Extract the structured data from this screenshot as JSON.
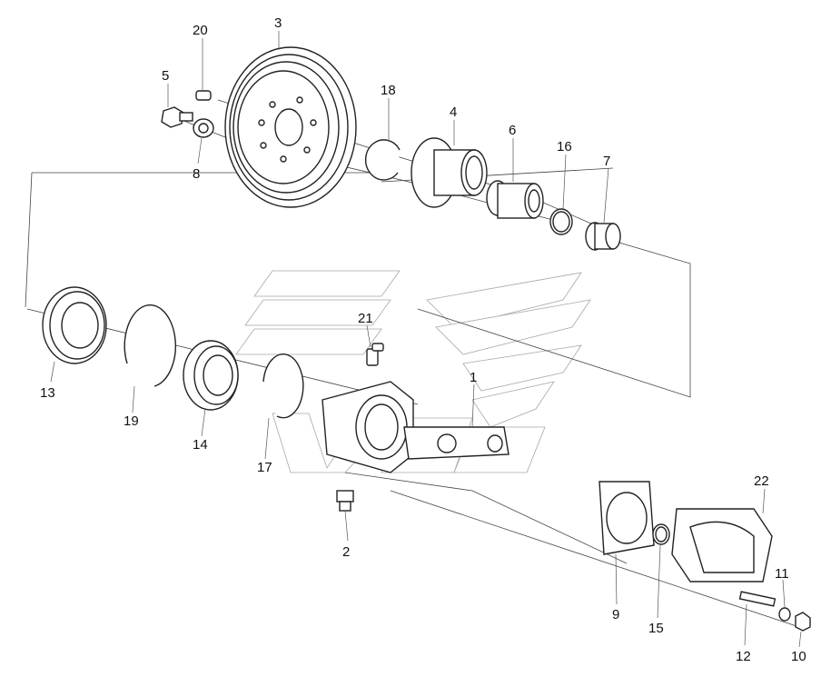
{
  "diagram": {
    "watermark_color": "#9a9a9a",
    "line_color": "#222222",
    "callouts": [
      {
        "id": "c20",
        "label": "20"
      },
      {
        "id": "c3",
        "label": "3"
      },
      {
        "id": "c5",
        "label": "5"
      },
      {
        "id": "c18",
        "label": "18"
      },
      {
        "id": "c4",
        "label": "4"
      },
      {
        "id": "c8",
        "label": "8"
      },
      {
        "id": "c6",
        "label": "6"
      },
      {
        "id": "c16",
        "label": "16"
      },
      {
        "id": "c7",
        "label": "7"
      },
      {
        "id": "c21",
        "label": "21"
      },
      {
        "id": "c1",
        "label": "1"
      },
      {
        "id": "c13",
        "label": "13"
      },
      {
        "id": "c19",
        "label": "19"
      },
      {
        "id": "c14",
        "label": "14"
      },
      {
        "id": "c17",
        "label": "17"
      },
      {
        "id": "c2",
        "label": "2"
      },
      {
        "id": "c22",
        "label": "22"
      },
      {
        "id": "c11",
        "label": "11"
      },
      {
        "id": "c9",
        "label": "9"
      },
      {
        "id": "c15",
        "label": "15"
      },
      {
        "id": "c12",
        "label": "12"
      },
      {
        "id": "c10",
        "label": "10"
      }
    ]
  }
}
